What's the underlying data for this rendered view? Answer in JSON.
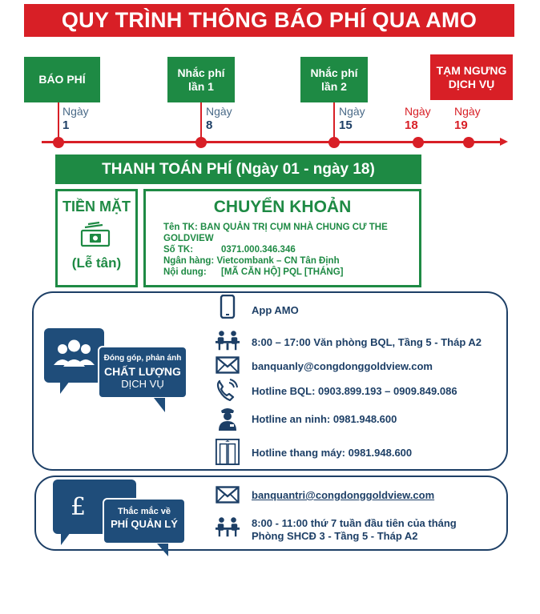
{
  "title": "QUY TRÌNH THÔNG BÁO PHÍ QUA AMO",
  "stages": [
    {
      "label": "BÁO PHÍ"
    },
    {
      "label1": "Nhắc phí",
      "label2": "lần 1"
    },
    {
      "label1": "Nhắc phí",
      "label2": "lần 2"
    },
    {
      "label1": "TẠM NGƯNG",
      "label2": "DỊCH VỤ"
    }
  ],
  "days": [
    {
      "word": "Ngày",
      "num": "1"
    },
    {
      "word": "Ngày",
      "num": "8"
    },
    {
      "word": "Ngày",
      "num": "15"
    },
    {
      "word": "Ngày",
      "num": "18"
    },
    {
      "word": "Ngày",
      "num": "19"
    }
  ],
  "payment": {
    "header": "THANH TOÁN PHÍ (Ngày 01 - ngày 18)",
    "cash_title": "TIỀN MẶT",
    "cash_sub": "(Lễ tân)",
    "transfer_title": "CHUYỂN KHOẢN",
    "account_name_line1": "Tên TK: BAN QUẢN TRỊ CỤM NHÀ CHUNG CƯ THE",
    "account_name_line2": "GOLDVIEW",
    "account_no_label": "Số TK:",
    "account_no": "0371.000.346.346",
    "bank": "Ngân hàng: Vietcombank – CN Tân Định",
    "content_label": "Nội dung:",
    "content_value": "[MÃ CĂN HỘ] PQL [THÁNG]"
  },
  "feedback": {
    "bubble_line1": "Đóng góp, phản ánh",
    "bubble_line2": "CHẤT LƯỢNG",
    "bubble_line3": "DỊCH VỤ",
    "rows": [
      {
        "icon": "phone-icon",
        "text": "App AMO"
      },
      {
        "icon": "office-meeting-icon",
        "text": "8:00 – 17:00 Văn phòng BQL, Tầng 5 - Tháp A2"
      },
      {
        "icon": "mail-icon",
        "text": "banquanly@congdonggoldview.com"
      },
      {
        "icon": "phone-call-icon",
        "text": "Hotline BQL: 0903.899.193 – 0909.849.086"
      },
      {
        "icon": "security-guard-icon",
        "text": "Hotline an ninh: 0981.948.600"
      },
      {
        "icon": "elevator-icon",
        "text": "Hotline thang máy: 0981.948.600"
      }
    ]
  },
  "fee_questions": {
    "bubble_line1": "Thắc mắc về",
    "bubble_line2": "PHÍ QUẢN LÝ",
    "pound_symbol": "£",
    "email": "banquantri@congdonggoldview.com",
    "schedule_line1": "8:00 - 11:00 thứ 7 tuần đầu tiên của tháng",
    "schedule_line2": "Phòng SHCĐ 3 - Tầng 5 - Tháp A2"
  },
  "colors": {
    "red": "#d81f26",
    "green": "#1e8a44",
    "navy": "#1d3f66"
  }
}
